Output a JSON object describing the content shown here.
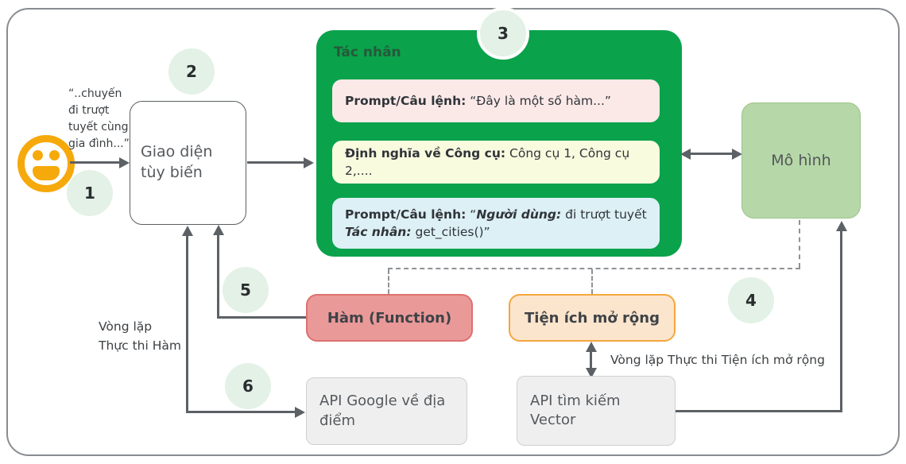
{
  "badges": [
    "1",
    "2",
    "3",
    "4",
    "5",
    "6"
  ],
  "user": {
    "icon": "smiley-face",
    "quote_lines": [
      "“..chuyến",
      "đi trượt",
      "tuyết cùng",
      "gia đình...”"
    ]
  },
  "nodes": {
    "custom_interface": {
      "label_lines": [
        "Giao diện",
        "tùy biến"
      ]
    },
    "agent": {
      "title": "Tác nhân",
      "rows": [
        {
          "bg": "#fbe9e8",
          "segments": [
            {
              "text": "Prompt/Câu lệnh:",
              "style": "bold"
            },
            {
              "text": " “Đây là một số hàm...”",
              "style": "normal"
            }
          ]
        },
        {
          "bg": "#f9fbdf",
          "segments": [
            {
              "text": "Định nghĩa về Công cụ:",
              "style": "bold"
            },
            {
              "text": " Công cụ 1, Công cụ 2,....",
              "style": "normal"
            }
          ]
        },
        {
          "bg": "#dcf0f5",
          "segments": [
            {
              "text": "Prompt/Câu lệnh:",
              "style": "bold"
            },
            {
              "text": " “",
              "style": "normal"
            },
            {
              "text": "Người dùng:",
              "style": "bold-italic"
            },
            {
              "text": " đi trượt tuyết ",
              "style": "normal"
            },
            {
              "text": "Tác nhân:",
              "style": "bold-italic"
            },
            {
              "text": " get_cities()”",
              "style": "normal"
            }
          ]
        }
      ]
    },
    "model": {
      "label": "Mô hình"
    },
    "function": {
      "label": "Hàm (Function)"
    },
    "extension": {
      "label": "Tiện ích mở rộng"
    },
    "api_places": {
      "label": "API Google về địa điểm"
    },
    "api_vector": {
      "label": "API tìm kiếm Vector"
    }
  },
  "edge_labels": {
    "function_loop_lines": [
      "Vòng lặp",
      "Thực thi Hàm"
    ],
    "extension_loop": "Vòng lặp Thực thi Tiện ích mở rộng"
  },
  "colors": {
    "agent_green": "#0aa24b",
    "model_fill": "#b6d7a8",
    "function_fill": "#ea9999",
    "extension_fill": "#fce5cd",
    "api_fill": "#efefef",
    "badge_fill": "#e3f1e6",
    "smiley_yellow": "#f6a90b",
    "line_gray": "#5c6166"
  }
}
